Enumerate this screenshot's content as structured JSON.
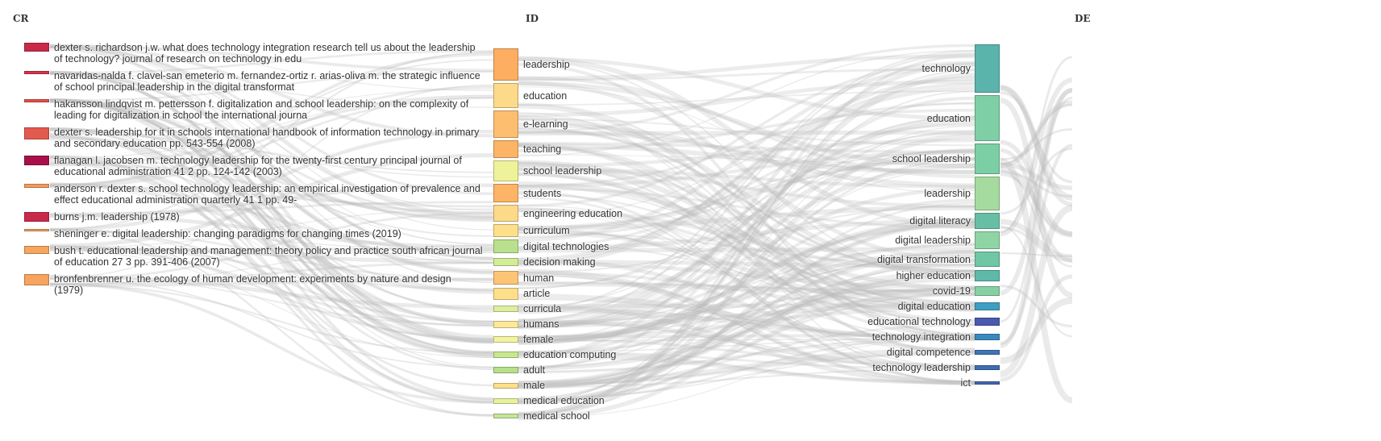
{
  "headers": {
    "left": "CR",
    "middle": "ID",
    "right": "DE"
  },
  "cr": [
    {
      "label": "dexter s. richardson j.w. what does technology integration research tell us about the leadership of technology? journal of research on technology in edu",
      "color": "#c92a4a"
    },
    {
      "label": "navaridas-nalda f. clavel-san emeterio m. fernandez-ortiz r. arias-oliva m. the strategic influence of school principal leadership in the digital transformat",
      "color": "#d7344a"
    },
    {
      "label": "hakansson lindqvist m. pettersson f. digitalization and school leadership: on the complexity of leading for digitalization in school the international journa",
      "color": "#e0504a"
    },
    {
      "label": "dexter s. leadership for it in schools international handbook of information technology in primary and secondary education pp. 543-554 (2008)",
      "color": "#e35a4e"
    },
    {
      "label": "flanagan l. jacobsen m. technology leadership for the twenty-first century principal journal of educational administration 41 2 pp. 124-142 (2003)",
      "color": "#a8104a"
    },
    {
      "label": "anderson r. dexter s. school technology leadership: an empirical investigation of prevalence and effect educational administration quarterly 41 1 pp. 49-",
      "color": "#f39c5c"
    },
    {
      "label": "burns j.m. leadership (1978)",
      "color": "#c92a4a"
    },
    {
      "label": "sheninger e. digital leadership: changing paradigms for changing times (2019)",
      "color": "#f2a05e"
    },
    {
      "label": "bush t. educational leadership and management: theory policy and practice south african journal of education 27 3 pp. 391-406 (2007)",
      "color": "#f7a65f"
    },
    {
      "label": "bronfenbrenner u. the ecology of human development: experiments by nature and design (1979)",
      "color": "#f7a45e"
    }
  ],
  "id": [
    {
      "label": "leadership",
      "color": "#fdae61"
    },
    {
      "label": "education",
      "color": "#fdd98a"
    },
    {
      "label": "e-learning",
      "color": "#fdbe6f"
    },
    {
      "label": "teaching",
      "color": "#fdb466"
    },
    {
      "label": "school leadership",
      "color": "#eef39a"
    },
    {
      "label": "students",
      "color": "#fdb466"
    },
    {
      "label": "engineering education",
      "color": "#fdd98a"
    },
    {
      "label": "curriculum",
      "color": "#fee08b"
    },
    {
      "label": "digital technologies",
      "color": "#b9e08e"
    },
    {
      "label": "decision making",
      "color": "#d3ec96"
    },
    {
      "label": "human",
      "color": "#fdc476"
    },
    {
      "label": "article",
      "color": "#fedf8b"
    },
    {
      "label": "curricula",
      "color": "#dcef9e"
    },
    {
      "label": "humans",
      "color": "#fee99a"
    },
    {
      "label": "female",
      "color": "#f4f4a0"
    },
    {
      "label": "education computing",
      "color": "#c7e88f"
    },
    {
      "label": "adult",
      "color": "#b7df8c"
    },
    {
      "label": "male",
      "color": "#fee08b"
    },
    {
      "label": "medical education",
      "color": "#e8f29d"
    },
    {
      "label": "medical school",
      "color": "#c5e59a"
    }
  ],
  "de": [
    {
      "label": "technology",
      "color": "#5ab4ac"
    },
    {
      "label": "education",
      "color": "#7fcfa6"
    },
    {
      "label": "school leadership",
      "color": "#7ccfa4"
    },
    {
      "label": "leadership",
      "color": "#a6dba0"
    },
    {
      "label": "digital literacy",
      "color": "#66bfa5"
    },
    {
      "label": "digital leadership",
      "color": "#8fd5a4"
    },
    {
      "label": "digital transformation",
      "color": "#6fc7a5"
    },
    {
      "label": "higher education",
      "color": "#5fb9a8"
    },
    {
      "label": "covid-19",
      "color": "#86d1a3"
    },
    {
      "label": "digital education",
      "color": "#3f9fc0"
    },
    {
      "label": "educational technology",
      "color": "#4a5aae"
    },
    {
      "label": "technology integration",
      "color": "#3a88bd"
    },
    {
      "label": "digital competence",
      "color": "#3f75b5"
    },
    {
      "label": "technology leadership",
      "color": "#3f6db2"
    },
    {
      "label": "ict",
      "color": "#4367b0"
    }
  ]
}
